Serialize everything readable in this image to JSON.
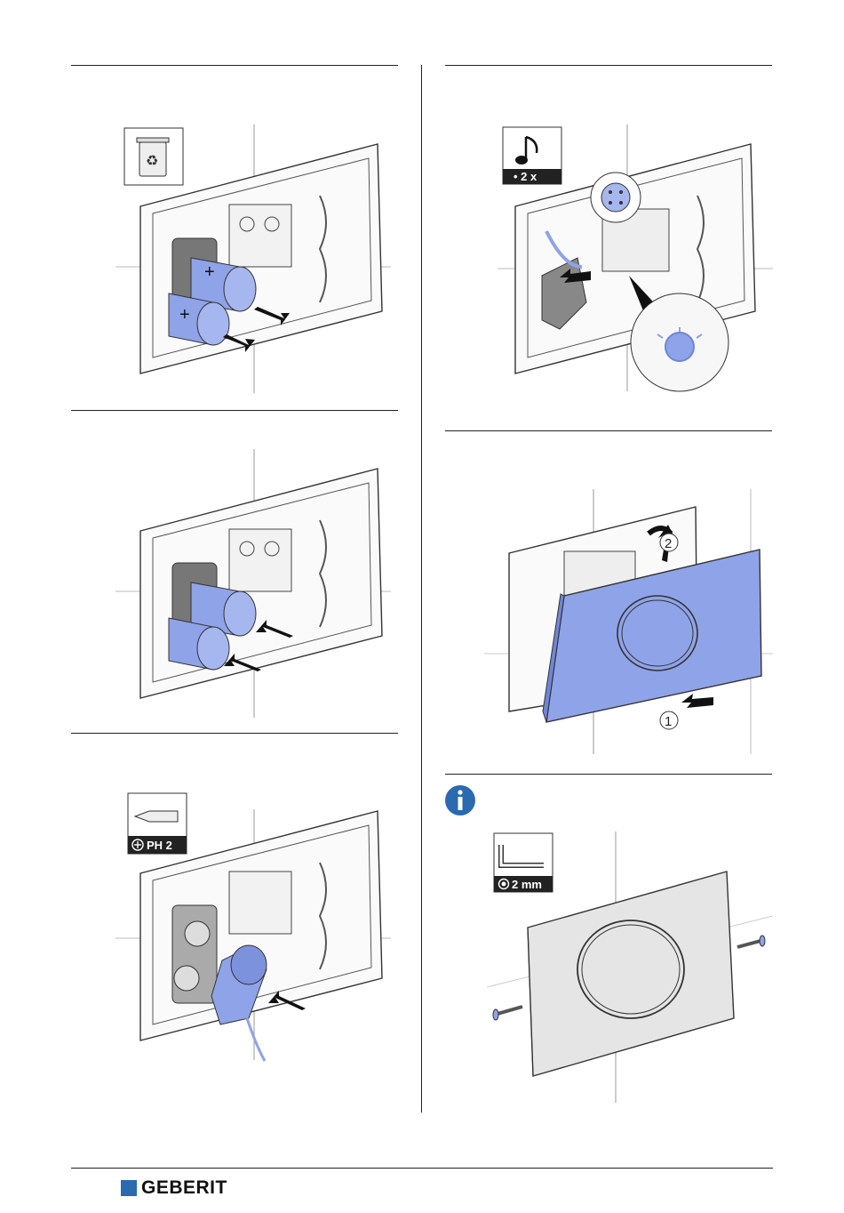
{
  "steps": {
    "battery_replace_tool_badge": "• 2 x",
    "screwdriver_badge": "PH 2",
    "hex_key_badge": "2 mm",
    "push_marker": "1",
    "tilt_marker": "2"
  },
  "footer": {
    "brand": "GEBERIT"
  },
  "colors": {
    "accent_blue": "#8fa3e8",
    "brand_blue": "#2b69b0",
    "info_blue": "#2b69b0"
  },
  "icons": [
    "recycle-bin-icon",
    "music-note-icon",
    "screwdriver-icon",
    "info-icon",
    "hex-key-icon"
  ]
}
